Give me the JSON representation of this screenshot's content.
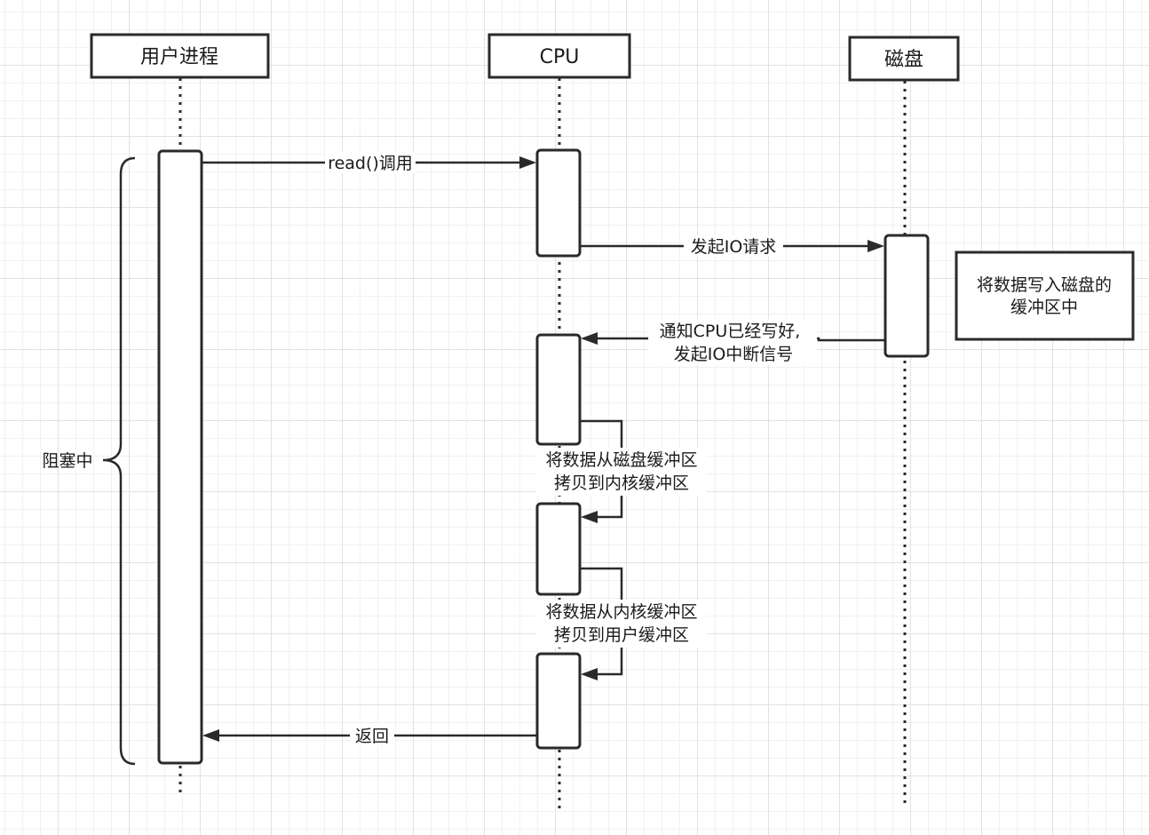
{
  "participants": {
    "user_process": "用户进程",
    "cpu": "CPU",
    "disk": "磁盘"
  },
  "messages": {
    "read_call": "read()调用",
    "io_request": "发起IO请求",
    "notify_line1": "通知CPU已经写好,",
    "notify_line2": "发起IO中断信号",
    "copy_to_kernel_line1": "将数据从磁盘缓冲区",
    "copy_to_kernel_line2": "拷贝到内核缓冲区",
    "copy_to_user_line1": "将数据从内核缓冲区",
    "copy_to_user_line2": "拷贝到用户缓冲区",
    "return": "返回"
  },
  "notes": {
    "disk_note_line1": "将数据写入磁盘的",
    "disk_note_line2": "缓冲区中"
  },
  "blocking_label": "阻塞中"
}
